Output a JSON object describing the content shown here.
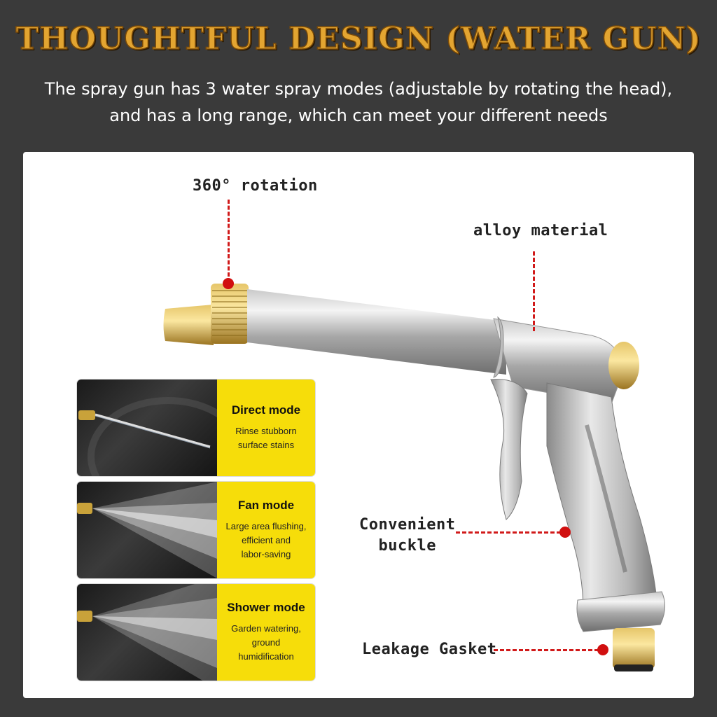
{
  "header": {
    "title": "THOUGHTFUL DESIGN (WATER GUN)",
    "subtitle_line1": "The spray gun has 3 water spray modes (adjustable by rotating the head),",
    "subtitle_line2": "and has a long range, which can meet your different needs"
  },
  "callouts": {
    "rotation": "360° rotation",
    "alloy": "alloy material",
    "buckle_line1": "Convenient",
    "buckle_line2": "buckle",
    "gasket": "Leakage Gasket"
  },
  "modes": [
    {
      "name": "Direct mode",
      "desc_line1": "Rinse stubborn",
      "desc_line2": "surface stains",
      "desc_line3": ""
    },
    {
      "name": "Fan mode",
      "desc_line1": "Large area flushing,",
      "desc_line2": "efficient and",
      "desc_line3": "labor-saving"
    },
    {
      "name": "Shower mode",
      "desc_line1": "Garden watering,",
      "desc_line2": "ground",
      "desc_line3": "humidification"
    }
  ],
  "colors": {
    "title": "#e3a531",
    "background": "#3a3a3a",
    "mode_panel": "#f6dd0a",
    "callout_marker": "#d10f0f"
  }
}
